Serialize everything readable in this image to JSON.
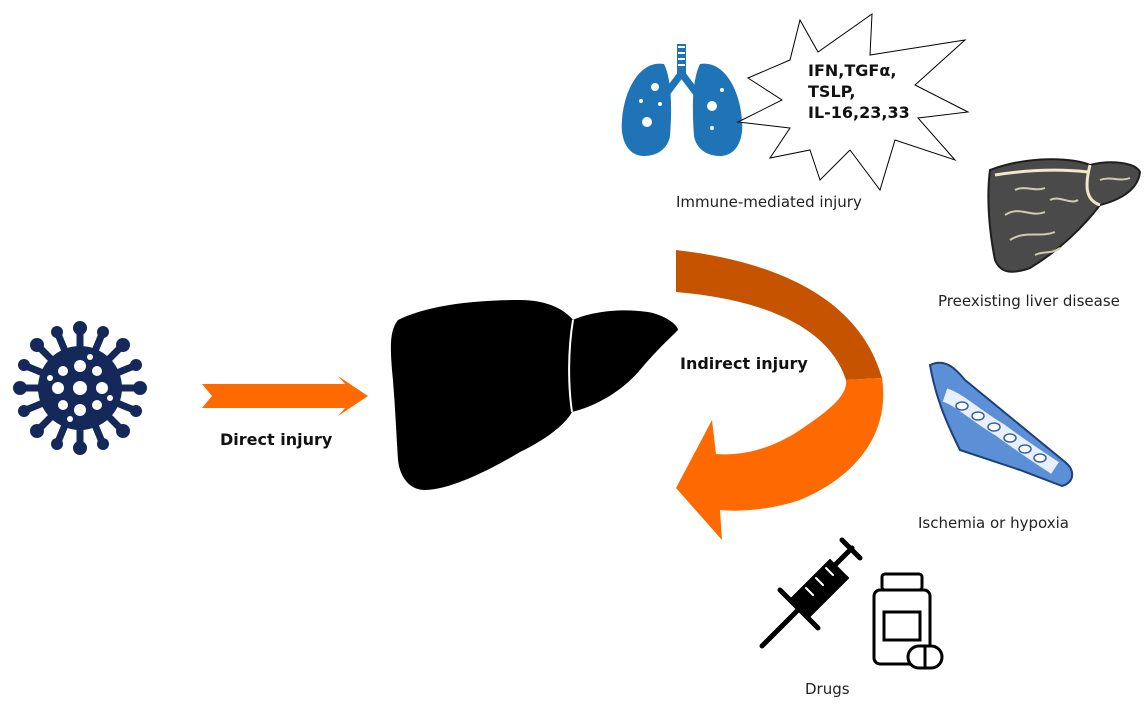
{
  "labels": {
    "direct": "Direct injury",
    "indirect": "Indirect injury",
    "immune": "Immune-mediated injury",
    "preexisting": "Preexisting liver disease",
    "ischemia": "Ischemia or hypoxia",
    "drugs": "Drugs"
  },
  "cytokines": [
    "IFN,TGFα,",
    "TSLP,",
    "IL-16,23,33"
  ],
  "colors": {
    "virus": "#14285a",
    "arrow": "#ff6a00",
    "arrow_dark": "#c55300",
    "lungs": "#1f73b7",
    "liver": "#000000",
    "diseased_liver": "#4a4a4a",
    "vessel": "#5b8fd6"
  }
}
